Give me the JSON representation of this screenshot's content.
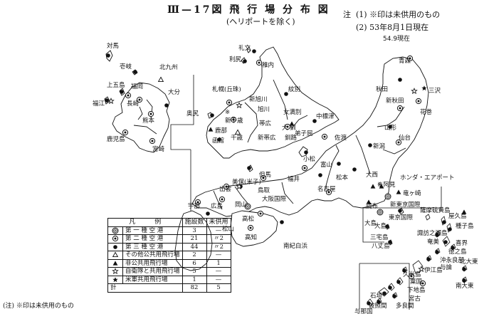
{
  "title": "Ⅲ—17図 飛 行 場 分 布 図",
  "subtitle": "(ヘリポートを除く)",
  "notes": {
    "label": "注",
    "n1": "(1) ※印は未供用のもの",
    "n2": "(2) 53年8月1日現在",
    "n3": "54.9現在"
  },
  "legend": {
    "header": {
      "title": "凡　　　例",
      "col1": "施設数",
      "col2": "未供用"
    },
    "rows": [
      {
        "symbol": "first-class-airport-icon",
        "label": "第 一 種 空 港",
        "count": "3",
        "unopened": "—"
      },
      {
        "symbol": "second-class-airport-icon",
        "label": "第 二 種 空 港",
        "count": "21",
        "unopened": "2"
      },
      {
        "symbol": "third-class-airport-icon",
        "label": "第 三 種 空 港",
        "count": "44",
        "unopened": "2"
      },
      {
        "symbol": "other-public-airfield-icon",
        "label": "その他公共用飛行場",
        "count": "2",
        "unopened": "—"
      },
      {
        "symbol": "non-public-airfield-icon",
        "label": "非公共用飛行場",
        "count": "6",
        "unopened": "1"
      },
      {
        "symbol": "sdf-shared-airfield-icon",
        "label": "自衛隊と共用飛行場",
        "count": "5",
        "unopened": "—"
      },
      {
        "symbol": "us-shared-airfield-icon",
        "label": "米軍共用飛行場",
        "count": "1",
        "unopened": "—"
      }
    ],
    "total": {
      "label": "計",
      "count": "82",
      "unopened": "5"
    },
    "ditto_mark": "〃"
  },
  "footnote": "(注) ※印は未供用のもの",
  "labels": {
    "hokkaido": [
      "礼文",
      "利尻",
      "稚内",
      "札幌(丘珠)",
      "紋別",
      "中標津",
      "新旭川",
      "旭川",
      "女満別",
      "新千歳",
      "千歳",
      "帯広",
      "新帯広",
      "釧路",
      "奥尻",
      "函館",
      "鹿部",
      "弟子屈",
      "大 釧"
    ],
    "kyushu": [
      "対馬",
      "壱岐",
      "北九州",
      "上五島",
      "福岡",
      "福江",
      "長崎",
      "熊本",
      "大分",
      "鹿児島",
      "宮崎"
    ],
    "honshu": [
      "青森",
      "三沢",
      "秋田",
      "新秋田",
      "花巻",
      "山形",
      "仙台",
      "新潟",
      "佐渡",
      "富山",
      "小松",
      "福井",
      "松本",
      "大西",
      "※阿見",
      "ホンダ・エアポート",
      "竜ヶ崎",
      "新東京国際",
      "東京国際",
      "調布",
      "大島",
      "三宅島",
      "八丈島",
      "美保(米子)",
      "鳥取",
      "出雲",
      "大阪国際",
      "岡山",
      "広島",
      "宇部",
      "名古屋",
      "南紀白浜",
      "高松",
      "松山",
      "高知",
      "但馬",
      "大島"
    ],
    "ryukyu": [
      "薩摩硫黄島",
      "屋久島",
      "種子島",
      "諏訪之瀬島",
      "奄美",
      "喜界",
      "徳之島",
      "沖永良部",
      "与論",
      "伊江島",
      "久米島",
      "北大東",
      "粟国",
      "南大東",
      "下地島",
      "宮古",
      "石垣",
      "波照間",
      "多良間",
      "与那国"
    ],
    "misc": [
      "※",
      "※"
    ]
  }
}
